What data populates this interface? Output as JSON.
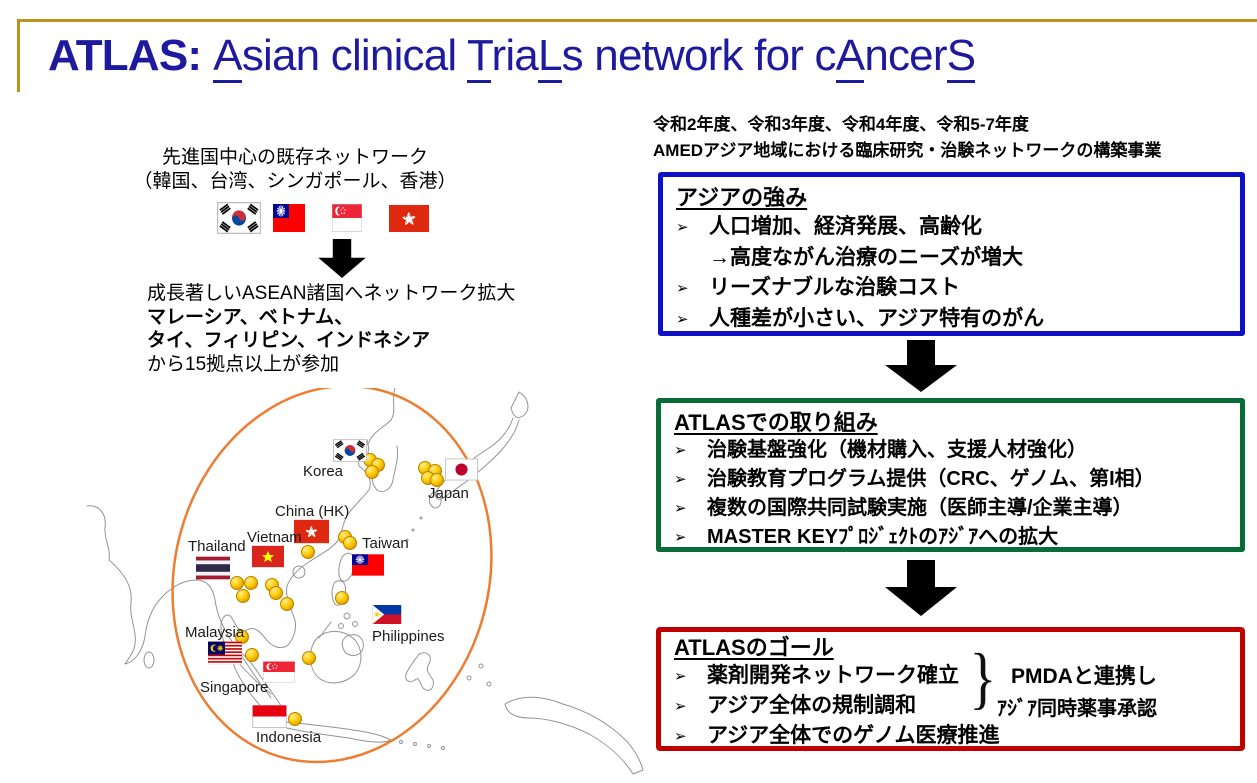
{
  "slide_title": {
    "bold_prefix": "ATLAS:",
    "segments": [
      {
        "text": "A",
        "underline": true
      },
      {
        "text": "sian clinical ",
        "underline": false
      },
      {
        "text": "T",
        "underline": true
      },
      {
        "text": "ria",
        "underline": false
      },
      {
        "text": "L",
        "underline": true
      },
      {
        "text": "s network for c",
        "underline": false
      },
      {
        "text": "A",
        "underline": true
      },
      {
        "text": "ncer",
        "underline": false
      },
      {
        "text": "S",
        "underline": true
      }
    ]
  },
  "left_panel": {
    "existing_network_line1": "先進国中心の既存ネットワーク",
    "existing_network_line2": "（韓国、台湾、シンガポール、香港）",
    "flag_row_icons": [
      "south-korea-flag",
      "taiwan-flag",
      "singapore-flag",
      "hong-kong-flag"
    ],
    "expansion_line1": "成長著しいASEAN諸国へネットワーク拡大",
    "expansion_line2_bold": "マレーシア、ベトナム、",
    "expansion_line3_bold": "タイ、フィリピン、インドネシア",
    "expansion_line4": "から15拠点以上が参加"
  },
  "right_panel": {
    "program_note_line1": "令和2年度、令和3年度、令和4年度、令和5-7年度",
    "program_note_line2": "AMEDアジア地域における臨床研究・治験ネットワークの構築事業",
    "bullet_char": "➢",
    "strengths_box": {
      "title": "アジアの強み",
      "items": [
        {
          "text": "人口増加、経済発展、高齢化",
          "bullet": true
        },
        {
          "text": "→高度ながん治療のニーズが増大",
          "bullet": false
        },
        {
          "text": "リーズナブルな治験コスト",
          "bullet": true
        },
        {
          "text": "人種差が小さい、アジア特有のがん",
          "bullet": true
        }
      ]
    },
    "initiatives_box": {
      "title": "ATLASでの取り組み",
      "items": [
        {
          "text": "治験基盤強化（機材購入、支援人材強化）",
          "bullet": true
        },
        {
          "text": "治験教育プログラム提供（CRC、ゲノム、第I相）",
          "bullet": true
        },
        {
          "text": "複数の国際共同試験実施（医師主導/企業主導）",
          "bullet": true
        },
        {
          "text": "MASTER KEYﾌﾟﾛｼﾞｪｸﾄのｱｼﾞｱへの拡大",
          "bullet": true
        }
      ]
    },
    "goals_box": {
      "title": "ATLASのゴール",
      "items": [
        {
          "text": "薬剤開発ネットワーク確立",
          "bullet": true
        },
        {
          "text": "アジア全体の規制調和",
          "bullet": true
        },
        {
          "text": "アジア全体でのゲノム医療推進",
          "bullet": true
        }
      ],
      "brace": "}",
      "annotation_line1": "PMDAと連携し",
      "annotation_line2": "ｱｼﾞｱ同時薬事承認"
    }
  },
  "map": {
    "labels": {
      "korea": "Korea",
      "japan": "Japan",
      "china_hk": "China (HK)",
      "vietnam": "Vietnam",
      "taiwan": "Taiwan",
      "thailand": "Thailand",
      "malaysia": "Malaysia",
      "singapore": "Singapore",
      "philippines": "Philippines",
      "indonesia": "Indonesia"
    }
  },
  "colors": {
    "gold_rule": "#BD9420",
    "title_blue": "#1E1A9E",
    "box_blue": "#1010C4",
    "box_green": "#086C39",
    "box_red": "#C00000",
    "ellipse_orange": "#ED7D31",
    "site_dot_yellow": "#FFCC00",
    "arrow_black": "#000000"
  }
}
